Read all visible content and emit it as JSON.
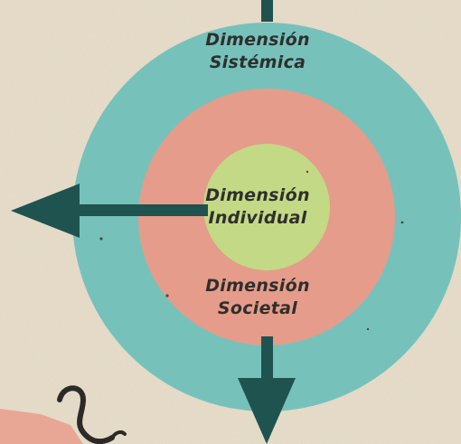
{
  "diagram": {
    "rings": [
      {
        "id": "outer",
        "color": "#76c2bb",
        "line1": "Dimensión",
        "line2": "Sistémica"
      },
      {
        "id": "middle",
        "color": "#e59c8a",
        "line1": "Dimensión",
        "line2": "Societal"
      },
      {
        "id": "inner",
        "color": "#c4d985",
        "line1": "Dimensión",
        "line2": "Individual"
      }
    ],
    "arrow_color": "#1e5350",
    "background_color": "#e9dfcc",
    "arrows": [
      "up-arrow",
      "left-arrow",
      "down-arrow"
    ]
  }
}
